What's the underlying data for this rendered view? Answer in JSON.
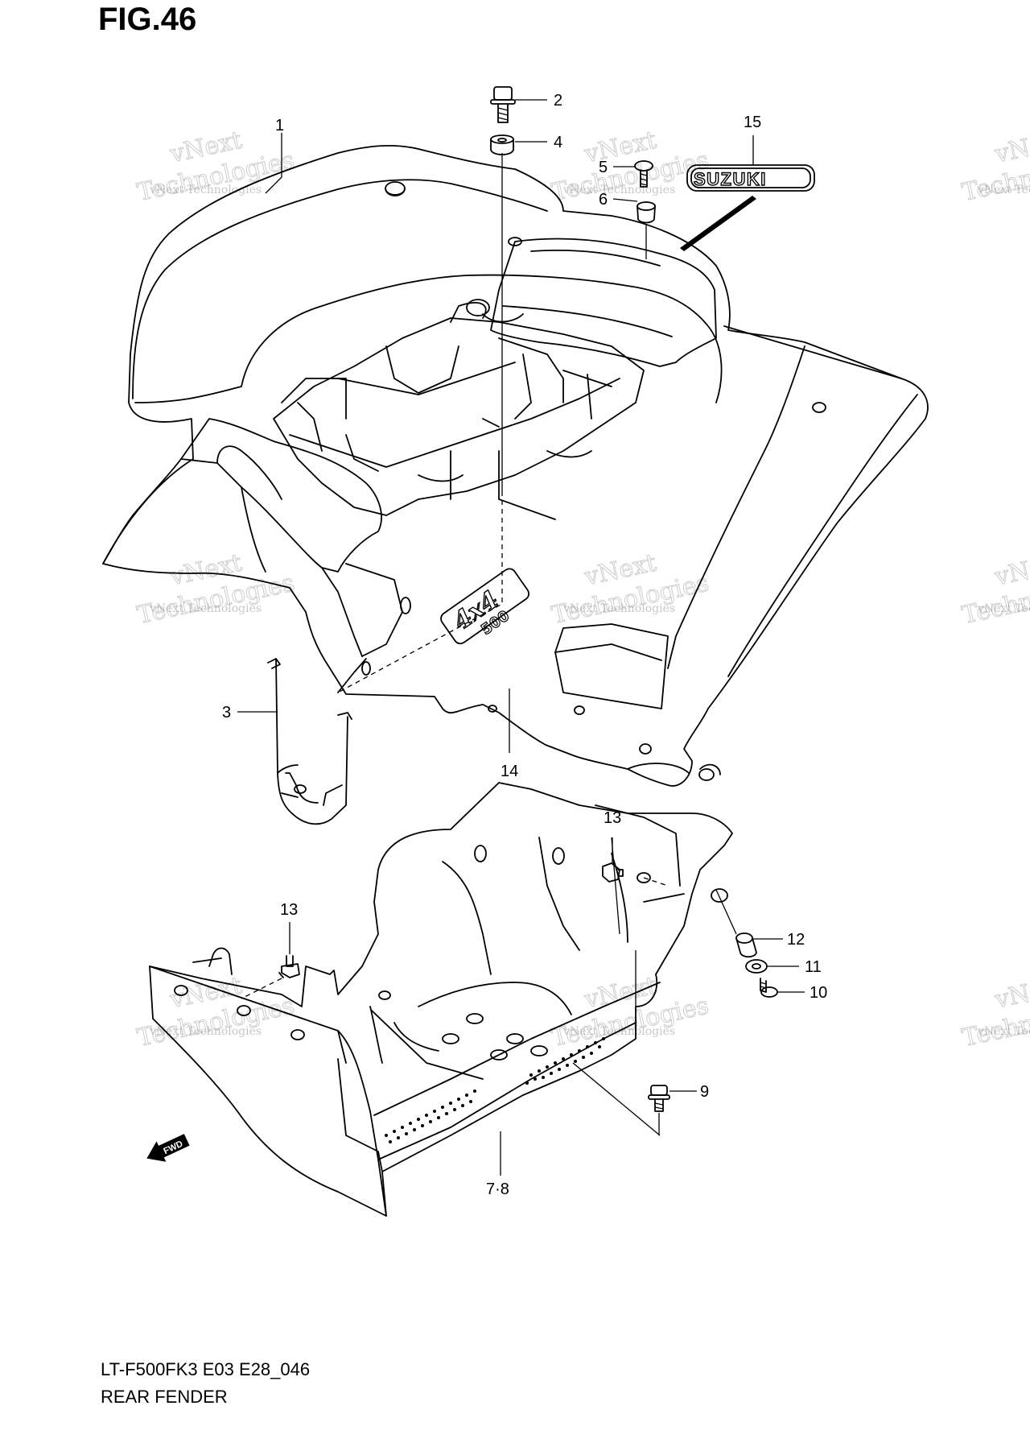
{
  "figure": {
    "title": "FIG.46",
    "model_code": "LT-F500FK3 E03 E28_046",
    "caption": "REAR FENDER"
  },
  "callouts": [
    {
      "id": "c1",
      "label": "1"
    },
    {
      "id": "c2",
      "label": "2"
    },
    {
      "id": "c3",
      "label": "3"
    },
    {
      "id": "c4",
      "label": "4"
    },
    {
      "id": "c5",
      "label": "5"
    },
    {
      "id": "c6",
      "label": "6"
    },
    {
      "id": "c78",
      "label": "7·8"
    },
    {
      "id": "c9",
      "label": "9"
    },
    {
      "id": "c10",
      "label": "10"
    },
    {
      "id": "c11",
      "label": "11"
    },
    {
      "id": "c12",
      "label": "12"
    },
    {
      "id": "c13a",
      "label": "13"
    },
    {
      "id": "c13b",
      "label": "13"
    },
    {
      "id": "c14",
      "label": "14"
    },
    {
      "id": "c15",
      "label": "15"
    }
  ],
  "emblems": {
    "brand": "SUZUKI",
    "badge_top": "4x4",
    "badge_bottom": "500",
    "direction_arrow": "FWD"
  },
  "watermark": {
    "line1": "vNext Technologies",
    "big1": "vNext",
    "big2": "Technologies"
  }
}
